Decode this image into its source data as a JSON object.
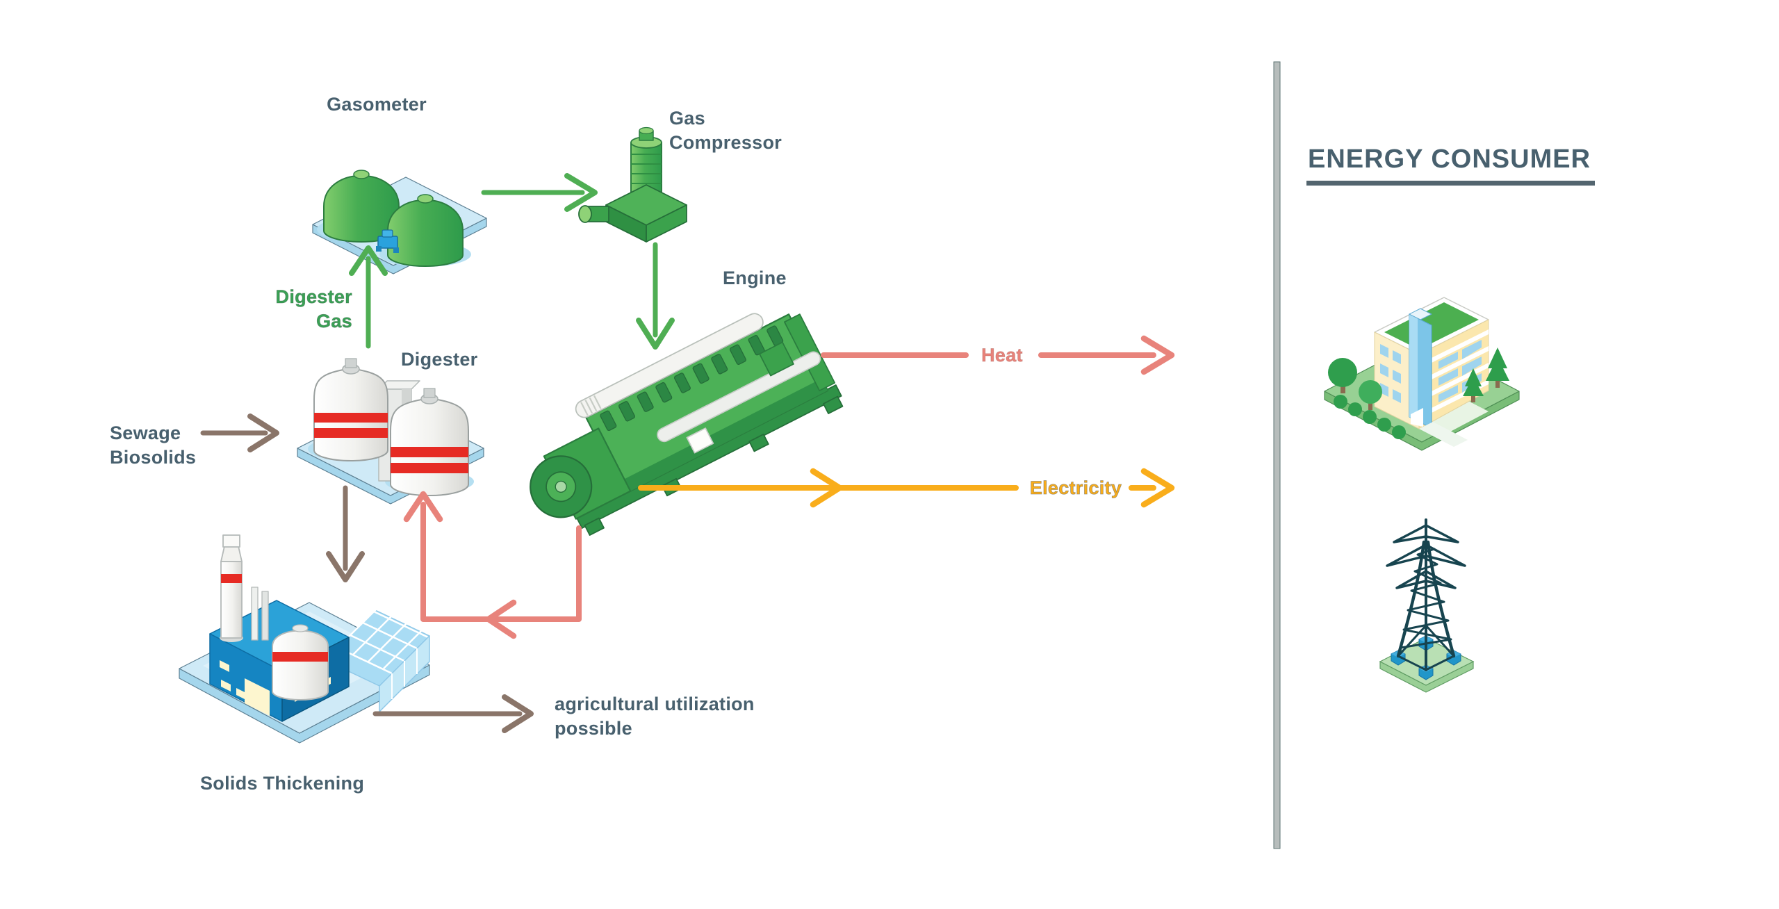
{
  "canvas": {
    "background": "#ffffff"
  },
  "process": {
    "gasometer": {
      "label": "Gasometer"
    },
    "gas_compressor": {
      "lines": [
        "Gas",
        "Compressor"
      ]
    },
    "engine": {
      "label": "Engine"
    },
    "digester": {
      "label": "Digester"
    },
    "solids_thickening": {
      "label": "Solids Thickening"
    }
  },
  "flows": {
    "digester_gas": {
      "lines": [
        "Digester",
        "Gas"
      ],
      "color": "#3aa155"
    },
    "sewage_biosolids": {
      "lines": [
        "Sewage",
        "Biosolids"
      ],
      "color": "#8a7569"
    },
    "heat": {
      "label": "Heat",
      "color": "#e8837b"
    },
    "electricity": {
      "label": "Electricity",
      "color": "#f9ad1b"
    },
    "agricultural_utilization": {
      "lines": [
        "agricultural utilization",
        "possible"
      ],
      "color": "#8a7569"
    }
  },
  "consumer": {
    "title": "ENERGY CONSUMER",
    "items": [
      {
        "icon": "office-building-icon"
      },
      {
        "icon": "transmission-tower-icon"
      }
    ]
  },
  "colors": {
    "label_text": "#48606e",
    "green_arrow": "#4fae53",
    "brown_arrow": "#8a7569",
    "heat_arrow": "#e8837b",
    "electricity_arrow": "#f9ad1b",
    "divider": "#b7bdbc",
    "platform_blue": "#cfeaf7",
    "machine_green": "#4cb157",
    "digester_red": "#e62b24",
    "factory_blue": "#1585c2"
  }
}
